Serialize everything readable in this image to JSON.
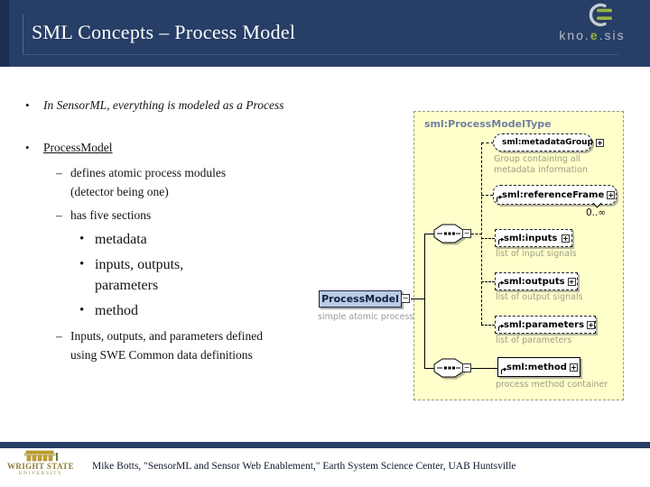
{
  "header": {
    "title": "SML Concepts – Process Model",
    "logo": {
      "kno": "kno.",
      "e": "e",
      "sis": ".sis"
    }
  },
  "bullets": {
    "b1": "In SensorML, everything is modeled as a Process",
    "b2": "ProcessModel",
    "dash1": "defines atomic process modules (detector being one)",
    "dash2": "has five sections",
    "sub1": "metadata",
    "sub2": "inputs, outputs, parameters",
    "sub3": "method",
    "dash3": "Inputs, outputs, and parameters defined using SWE Common data definitions",
    "glyph_bullet": "•",
    "glyph_dash": "–"
  },
  "diagram": {
    "panel_title": "sml:ProcessModelType",
    "root_label": "ProcessModel",
    "root_caption": "simple atomic process",
    "expand_glyph": "+",
    "collapse_glyph": "−",
    "elements": [
      {
        "label": "sml:metadataGroup",
        "desc": "Group containing all metadata information"
      },
      {
        "label": "sml:referenceFrame",
        "desc": "",
        "cardinality": "0..∞"
      },
      {
        "label": "sml:inputs",
        "desc": "list of input signals"
      },
      {
        "label": "sml:outputs",
        "desc": "list of output signals"
      },
      {
        "label": "sml:parameters",
        "desc": "list of parameters"
      },
      {
        "label": "sml:method",
        "desc": "process method container"
      }
    ]
  },
  "footer": {
    "citation": "Mike Botts, \"SensorML and Sensor Web Enablement,\" Earth System Science Center, UAB Huntsville",
    "university_line1": "WRIGHT STATE",
    "university_line2": "UNIVERSITY"
  }
}
